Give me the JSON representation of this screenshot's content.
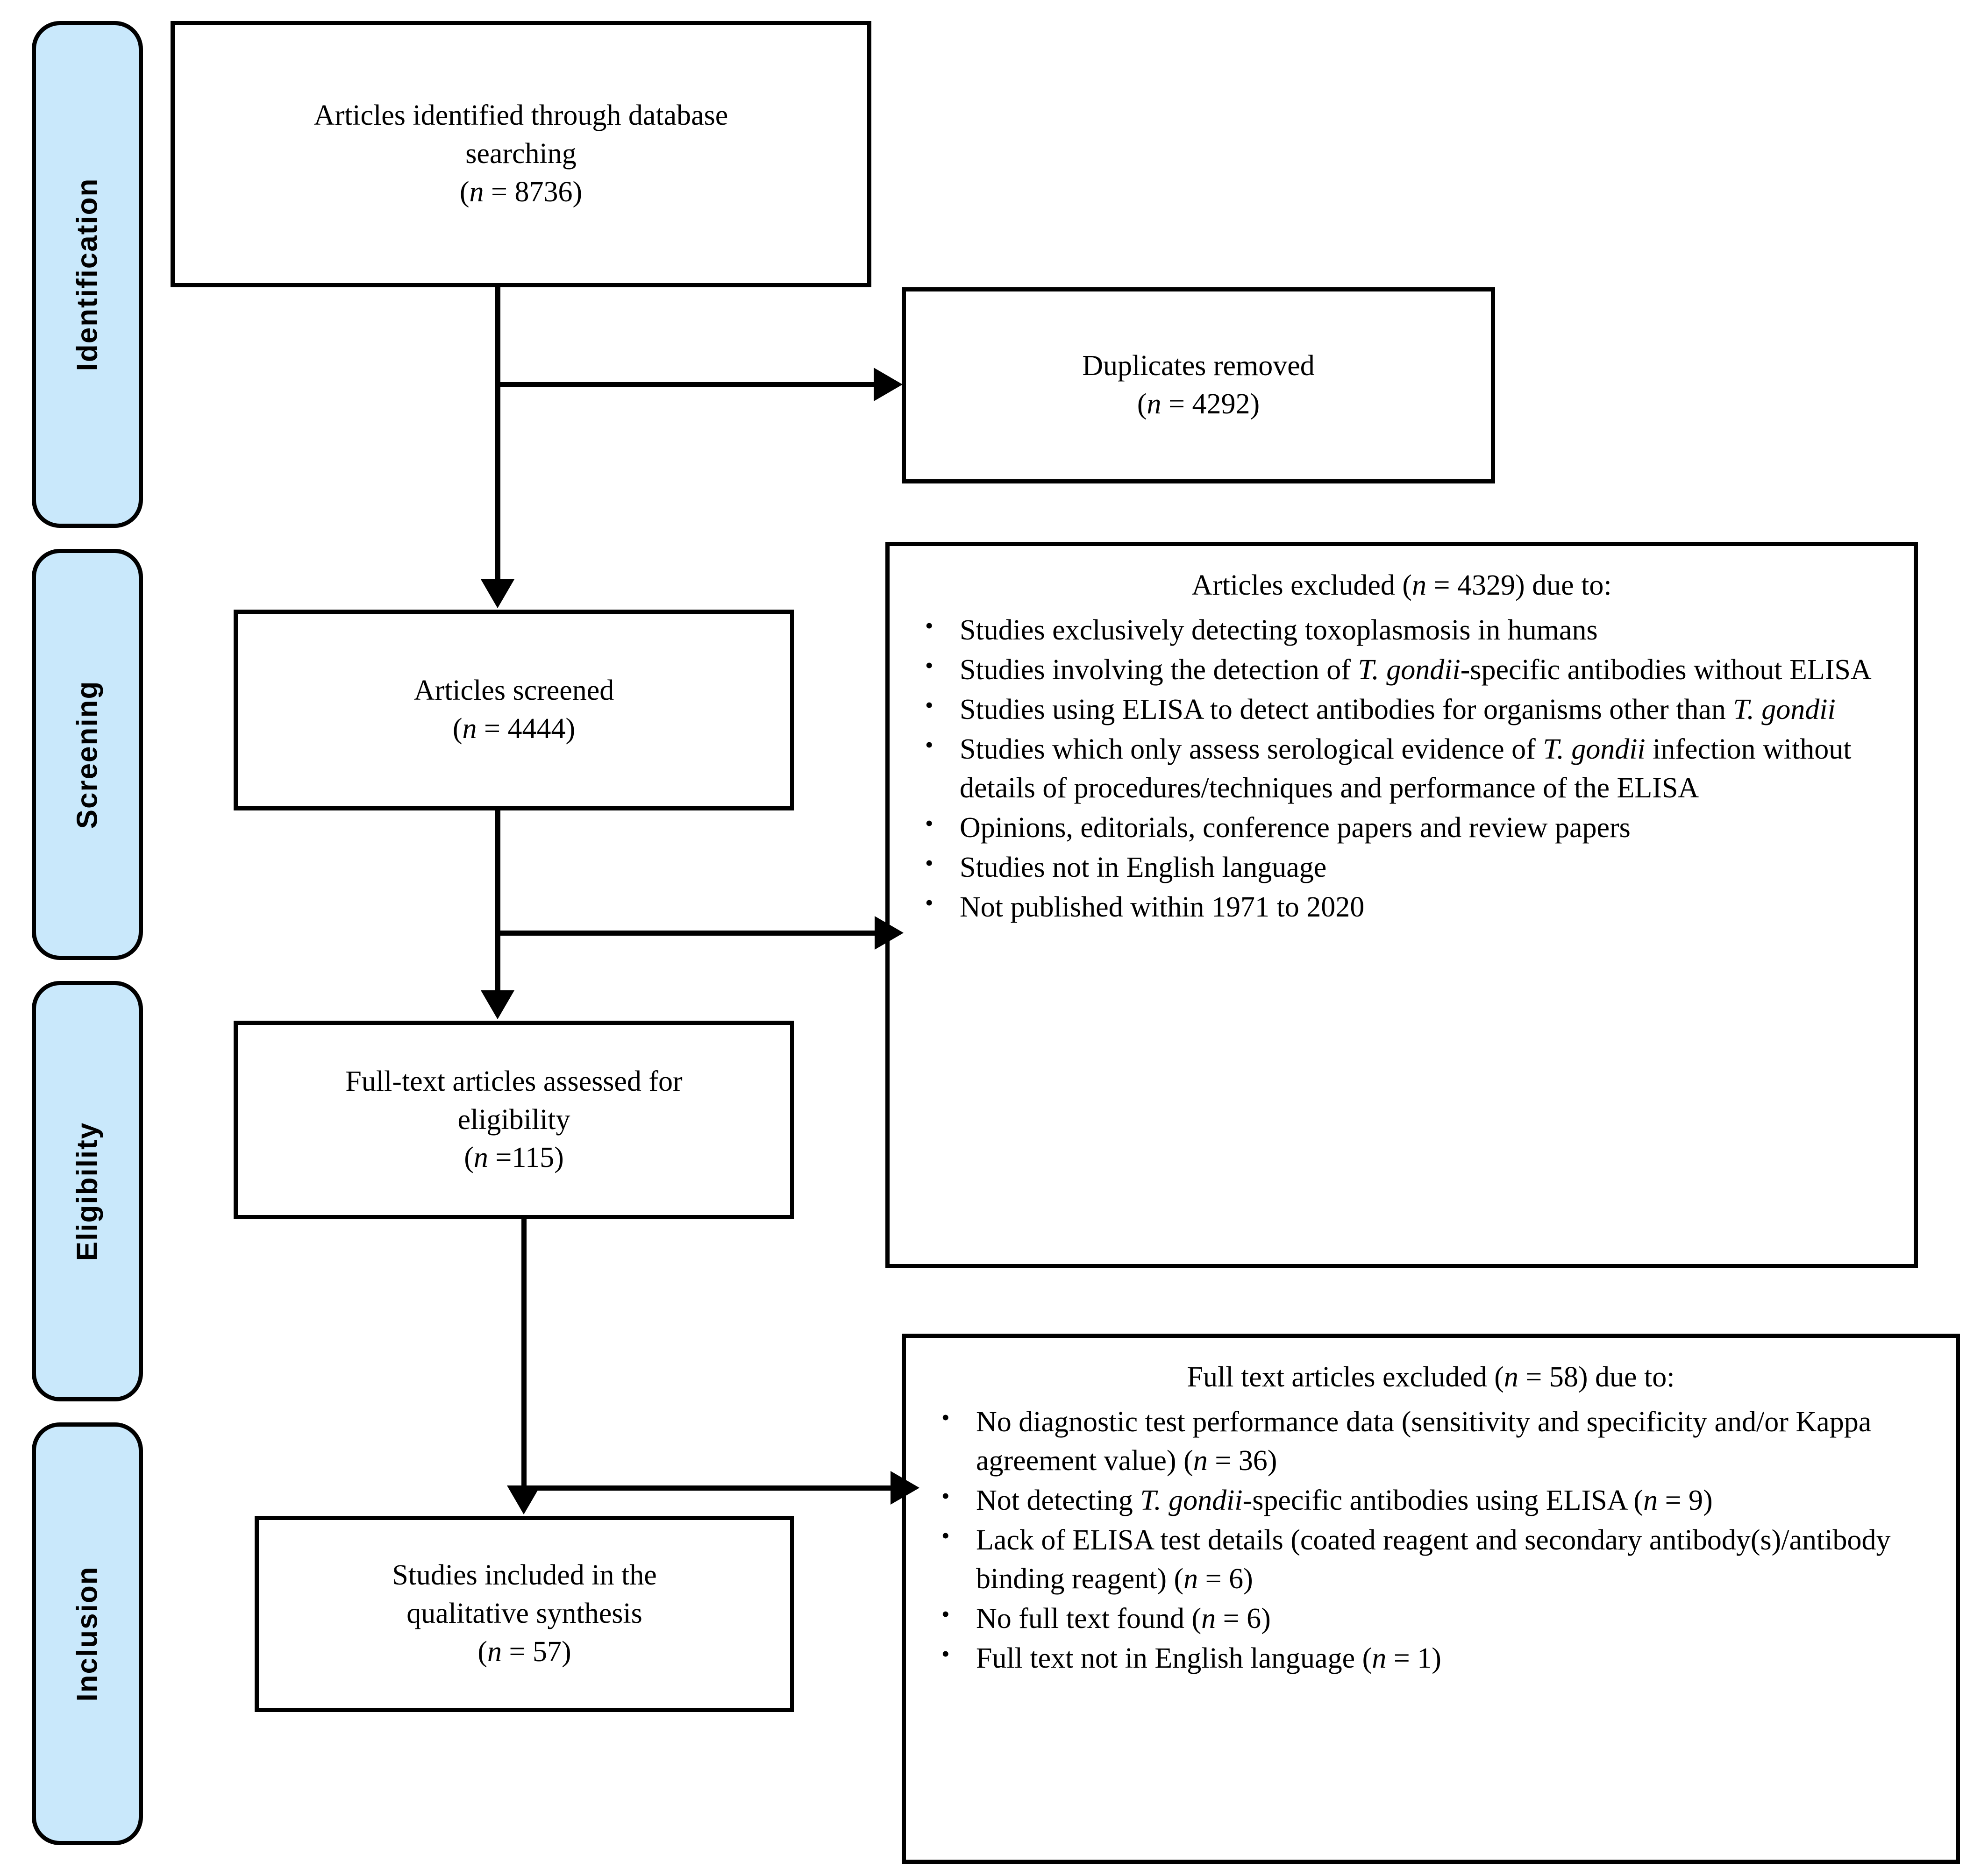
{
  "colors": {
    "stage_fill": "#c9e8fb",
    "stroke": "#000000",
    "box_fill": "#ffffff"
  },
  "stages": [
    {
      "label": "Identification"
    },
    {
      "label": "Screening"
    },
    {
      "label": "Eligibility"
    },
    {
      "label": "Inclusion"
    }
  ],
  "boxes": {
    "identified": {
      "line1": "Articles identified through database",
      "line2": "searching",
      "count_prefix": "(",
      "count_n": "n",
      "count_eq": " = 8736)"
    },
    "duplicates": {
      "line1": "Duplicates removed",
      "count_prefix": "(",
      "count_n": "n",
      "count_eq": " = 4292)"
    },
    "screened": {
      "line1": "Articles screened",
      "count_prefix": "(",
      "count_n": "n",
      "count_eq": " = 4444)"
    },
    "fulltext_assessed": {
      "line1": "Full-text articles assessed for",
      "line2": "eligibility",
      "count_prefix": "(",
      "count_n": "n",
      "count_eq": " =115)"
    },
    "included": {
      "line1": "Studies included in the",
      "line2": "qualitative synthesis",
      "count_prefix": "(",
      "count_n": "n",
      "count_eq": " = 57)"
    }
  },
  "screening_exclusions": {
    "heading_before": "Articles excluded (",
    "heading_n": "n",
    "heading_after": " = 4329) due to:",
    "items": [
      {
        "parts": [
          {
            "t": "Studies exclusively detecting toxoplasmosis in humans",
            "style": "normal"
          }
        ]
      },
      {
        "parts": [
          {
            "t": "Studies involving the detection of ",
            "style": "normal"
          },
          {
            "t": "T. gondii",
            "style": "italic"
          },
          {
            "t": "-specific antibodies without ELISA",
            "style": "normal"
          }
        ]
      },
      {
        "parts": [
          {
            "t": "Studies using ELISA to detect antibodies for organisms other than ",
            "style": "normal"
          },
          {
            "t": "T. gondii",
            "style": "italic"
          }
        ]
      },
      {
        "parts": [
          {
            "t": "Studies which only assess serological evidence of ",
            "style": "normal"
          },
          {
            "t": "T. gondii",
            "style": "italic"
          },
          {
            "t": " infection without details of procedures/techniques and performance of the ELISA",
            "style": "normal"
          }
        ]
      },
      {
        "parts": [
          {
            "t": "Opinions, editorials, conference papers and review papers",
            "style": "normal"
          }
        ]
      },
      {
        "parts": [
          {
            "t": "Studies not in English language",
            "style": "normal"
          }
        ]
      },
      {
        "parts": [
          {
            "t": "Not published within 1971 to 2020",
            "style": "normal"
          }
        ]
      }
    ]
  },
  "fulltext_exclusions": {
    "heading_before": "Full  text articles excluded (",
    "heading_n": "n",
    "heading_after": " = 58) due to:",
    "items": [
      {
        "parts": [
          {
            "t": "No diagnostic test performance data (sensitivity and specificity and/or Kappa agreement value) (",
            "style": "normal"
          },
          {
            "t": "n",
            "style": "italic"
          },
          {
            "t": " = 36)",
            "style": "normal"
          }
        ]
      },
      {
        "parts": [
          {
            "t": "Not detecting ",
            "style": "normal"
          },
          {
            "t": "T. gondii",
            "style": "italic"
          },
          {
            "t": "-specific antibodies using ELISA (",
            "style": "normal"
          },
          {
            "t": "n",
            "style": "italic"
          },
          {
            "t": " = 9)",
            "style": "normal"
          }
        ]
      },
      {
        "parts": [
          {
            "t": "Lack of ELISA test details (coated reagent and secondary antibody(s)/antibody binding reagent) (",
            "style": "normal"
          },
          {
            "t": "n",
            "style": "italic"
          },
          {
            "t": " = 6)",
            "style": "normal"
          }
        ]
      },
      {
        "parts": [
          {
            "t": "No full text found (",
            "style": "normal"
          },
          {
            "t": "n",
            "style": "italic"
          },
          {
            "t": " = 6)",
            "style": "normal"
          }
        ]
      },
      {
        "parts": [
          {
            "t": "Full  text not in English language (",
            "style": "normal"
          },
          {
            "t": "n",
            "style": "italic"
          },
          {
            "t": " = 1)",
            "style": "normal"
          }
        ]
      }
    ]
  }
}
